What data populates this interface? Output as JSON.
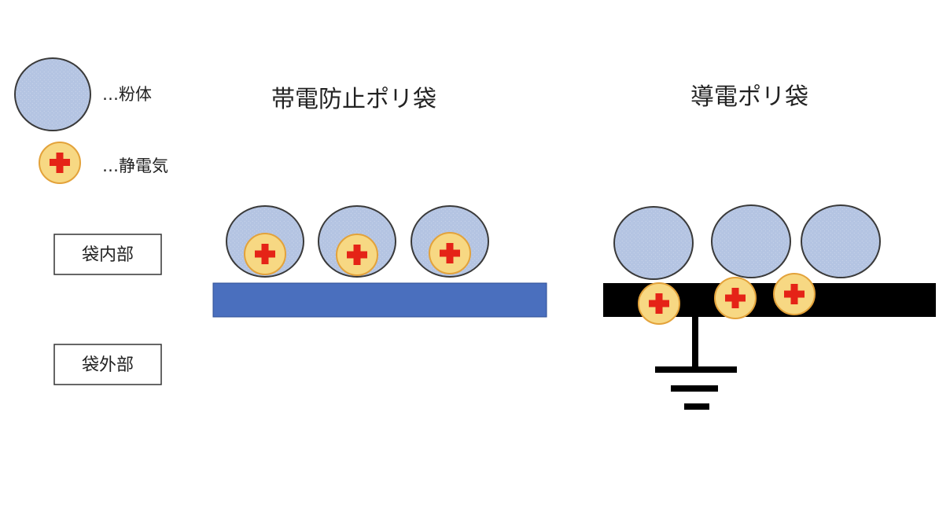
{
  "legend": {
    "powder_label": "…粉体",
    "static_label": "…静電気"
  },
  "zone_labels": {
    "inside": "袋内部",
    "outside": "袋外部"
  },
  "panels": {
    "antistatic": {
      "title": "帯電防止ポリ袋"
    },
    "conductive": {
      "title": "導電ポリ袋"
    }
  },
  "symbols": {
    "charge": "+"
  },
  "colors": {
    "powder_fill": "#b4c4e2",
    "powder_stroke": "#3a3a3a",
    "charge_fill": "#f7d883",
    "charge_stroke": "#e3a23a",
    "charge_sign": "#e52317",
    "antistatic_film": "#4a6fbe",
    "antistatic_film_stroke": "#2f4f95",
    "conductive_film": "#000000",
    "ground": "#000000",
    "text": "#222222",
    "label_box_stroke": "#333333"
  }
}
